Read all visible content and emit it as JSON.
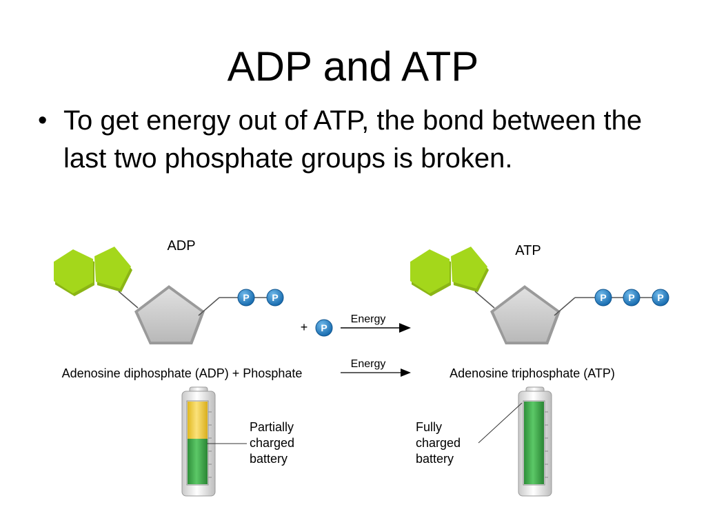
{
  "slide": {
    "title": "ADP and ATP",
    "bullet": "To get energy out of ATP, the bond between the last two phosphate groups is broken."
  },
  "diagram": {
    "adp_label": "ADP",
    "atp_label": "ATP",
    "plus_sign": "+",
    "phosphate_symbol": "P",
    "energy_label_top": "Energy",
    "energy_label_bottom": "Energy",
    "adp_full_name": "Adenosine diphosphate (ADP) + Phosphate",
    "atp_full_name": "Adenosine triphosphate (ATP)",
    "partial_battery_label": [
      "Partially",
      "charged",
      "battery"
    ],
    "full_battery_label": [
      "Fully",
      "charged",
      "battery"
    ],
    "partial_battery_charge_fraction": 0.55,
    "full_battery_charge_fraction": 1.0,
    "colors": {
      "adenine": "#a4d71b",
      "ribose": "#c9c9c9",
      "phosphate": "#1e7fc0",
      "battery_green": "#3fae49",
      "battery_yellow": "#f3d23f"
    }
  }
}
